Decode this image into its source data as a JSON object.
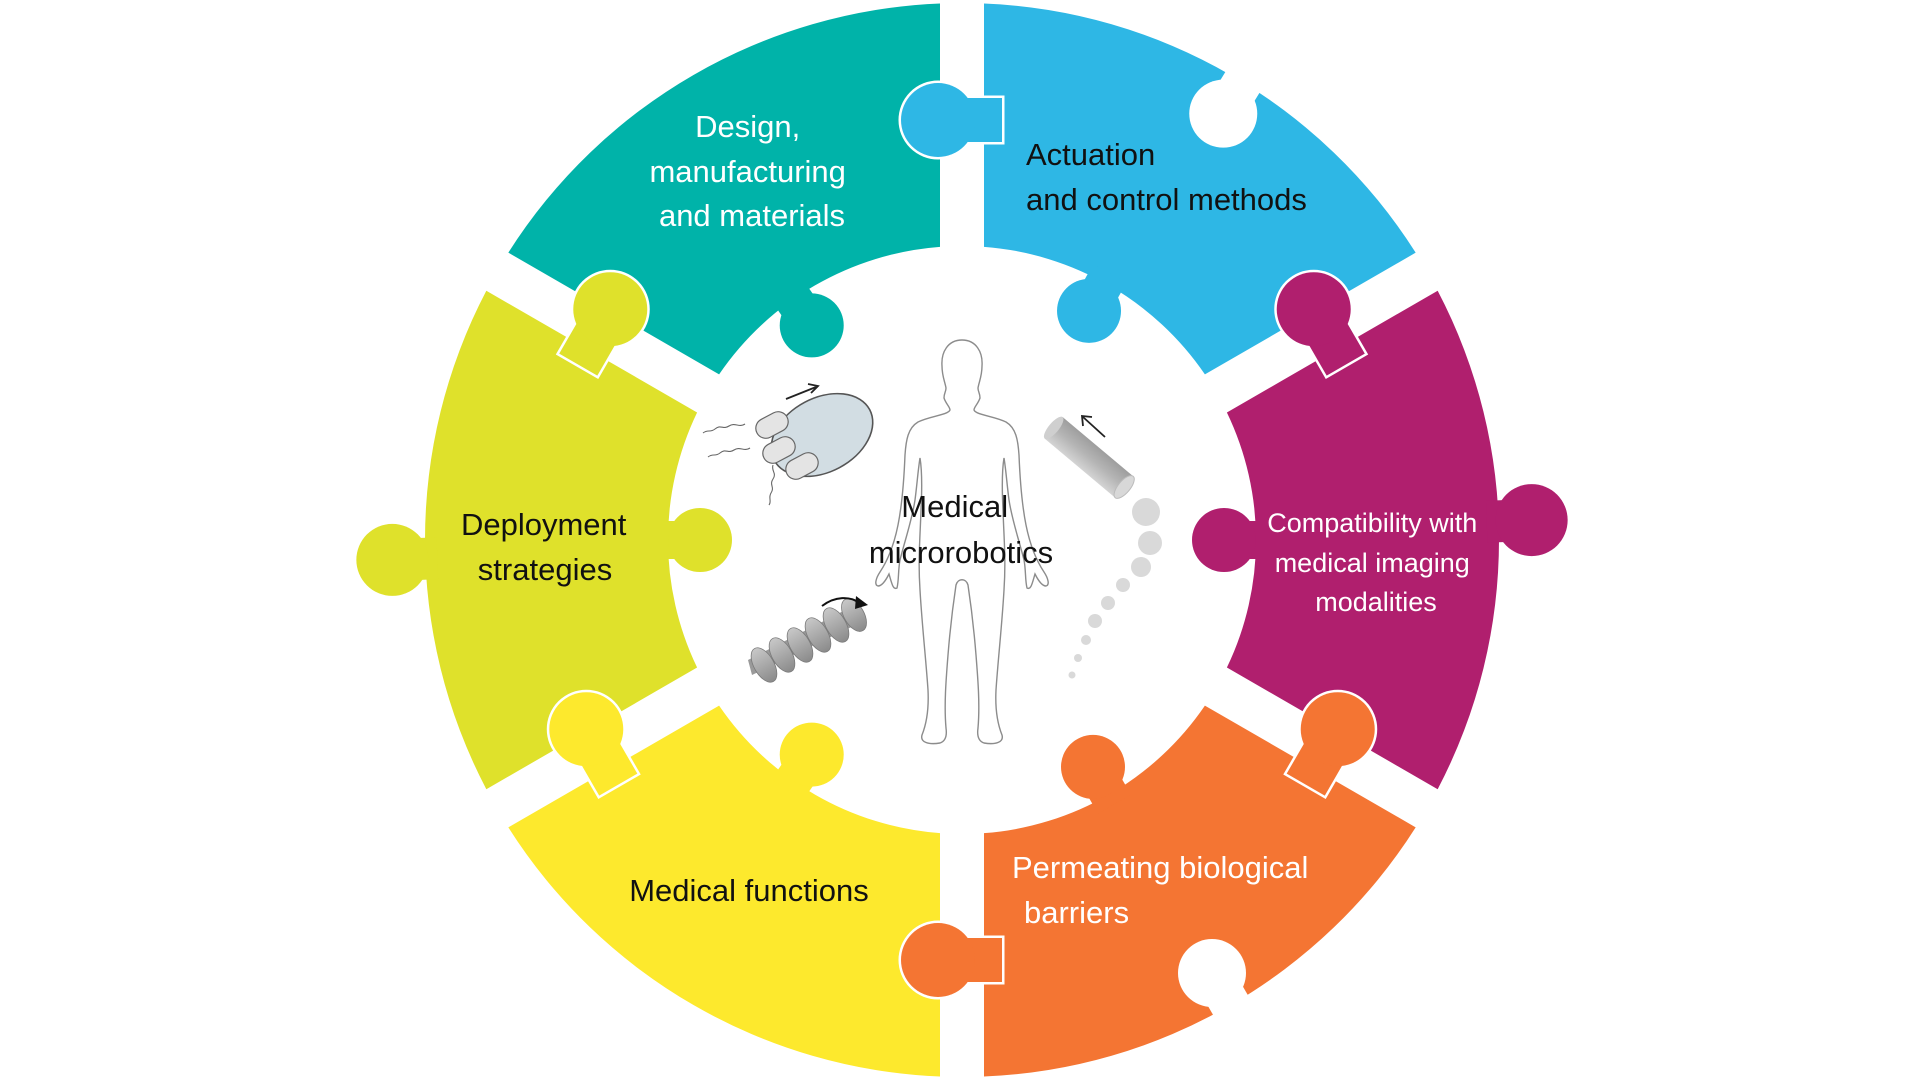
{
  "diagram": {
    "title": "Medical microrobotics",
    "center_label": [
      "Medical",
      "microrobotics"
    ],
    "pieces": [
      {
        "id": "design",
        "lines": [
          "Design,",
          "manufacturing",
          "and materials"
        ],
        "color": "#00b3a9",
        "text_color": "#ffffff"
      },
      {
        "id": "actuation",
        "lines": [
          "Actuation",
          "and control methods"
        ],
        "color": "#2eb7e5",
        "text_color": "#111111"
      },
      {
        "id": "imaging",
        "lines": [
          "Compatibility with",
          "medical imaging",
          "modalities"
        ],
        "color": "#b01f6e",
        "text_color": "#ffffff"
      },
      {
        "id": "barriers",
        "lines": [
          "Permeating biological",
          "barriers"
        ],
        "color": "#f47533",
        "text_color": "#ffffff"
      },
      {
        "id": "functions",
        "lines": [
          "Medical functions"
        ],
        "color": "#fde92d",
        "text_color": "#111111"
      },
      {
        "id": "deployment",
        "lines": [
          "Deployment",
          "strategies"
        ],
        "color": "#dfe12b",
        "text_color": "#111111"
      }
    ],
    "illustrations": [
      {
        "name": "bacteria-driven-microrobot-icon"
      },
      {
        "name": "helical-microrobot-icon"
      },
      {
        "name": "tubular-microjet-icon"
      },
      {
        "name": "human-body-outline-icon"
      }
    ]
  }
}
